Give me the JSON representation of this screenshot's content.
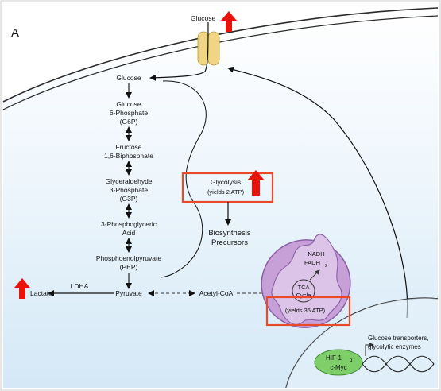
{
  "panel_label": "A",
  "top": {
    "glucose_label": "Glucose"
  },
  "pathway": {
    "glucose": "Glucose",
    "g6p": [
      "Glucose",
      "6-Phosphate",
      "(G6P)"
    ],
    "f16bp": [
      "Fructose",
      "1,6-Biphosphate"
    ],
    "g3p": [
      "Glyceraldehyde",
      "3-Phosphate",
      "(G3P)"
    ],
    "pga": [
      "3-Phosphoglyceric",
      "Acid"
    ],
    "pep": [
      "Phosphoenolpyruvate",
      "(PEP)"
    ],
    "pyruvate": "Pyruvate",
    "lactate": "Lactate",
    "ldha": "LDHA",
    "acetyl_coa": "Acetyl-CoA"
  },
  "glycolysis_box": {
    "line1": "Glycolysis",
    "line2": "(yields 2 ATP)"
  },
  "biosynthesis": [
    "Biosynthesis",
    "Precursors"
  ],
  "mitochondrion": {
    "nadh": "NADH",
    "fadh": "FADH",
    "fadh_sub": "2",
    "tca_line1": "TCA",
    "tca_line2": "Cycle",
    "yield": "(yields 36 ATP)"
  },
  "nucleus": {
    "hif_line1": "HIF-1",
    "hif_sub": "α",
    "hif_line2": "c-Myc",
    "targets_line1": "Glucose transporters,",
    "targets_line2": "glycolytic enzymes"
  },
  "colors": {
    "red_arrow": "#e8140c",
    "highlight_box": "#e84a2a",
    "cell_fill": "#e3f0fa",
    "mito_fill": "#c8a0d8",
    "hif_fill": "#7ecf6a",
    "transporter": "#f0d684"
  }
}
